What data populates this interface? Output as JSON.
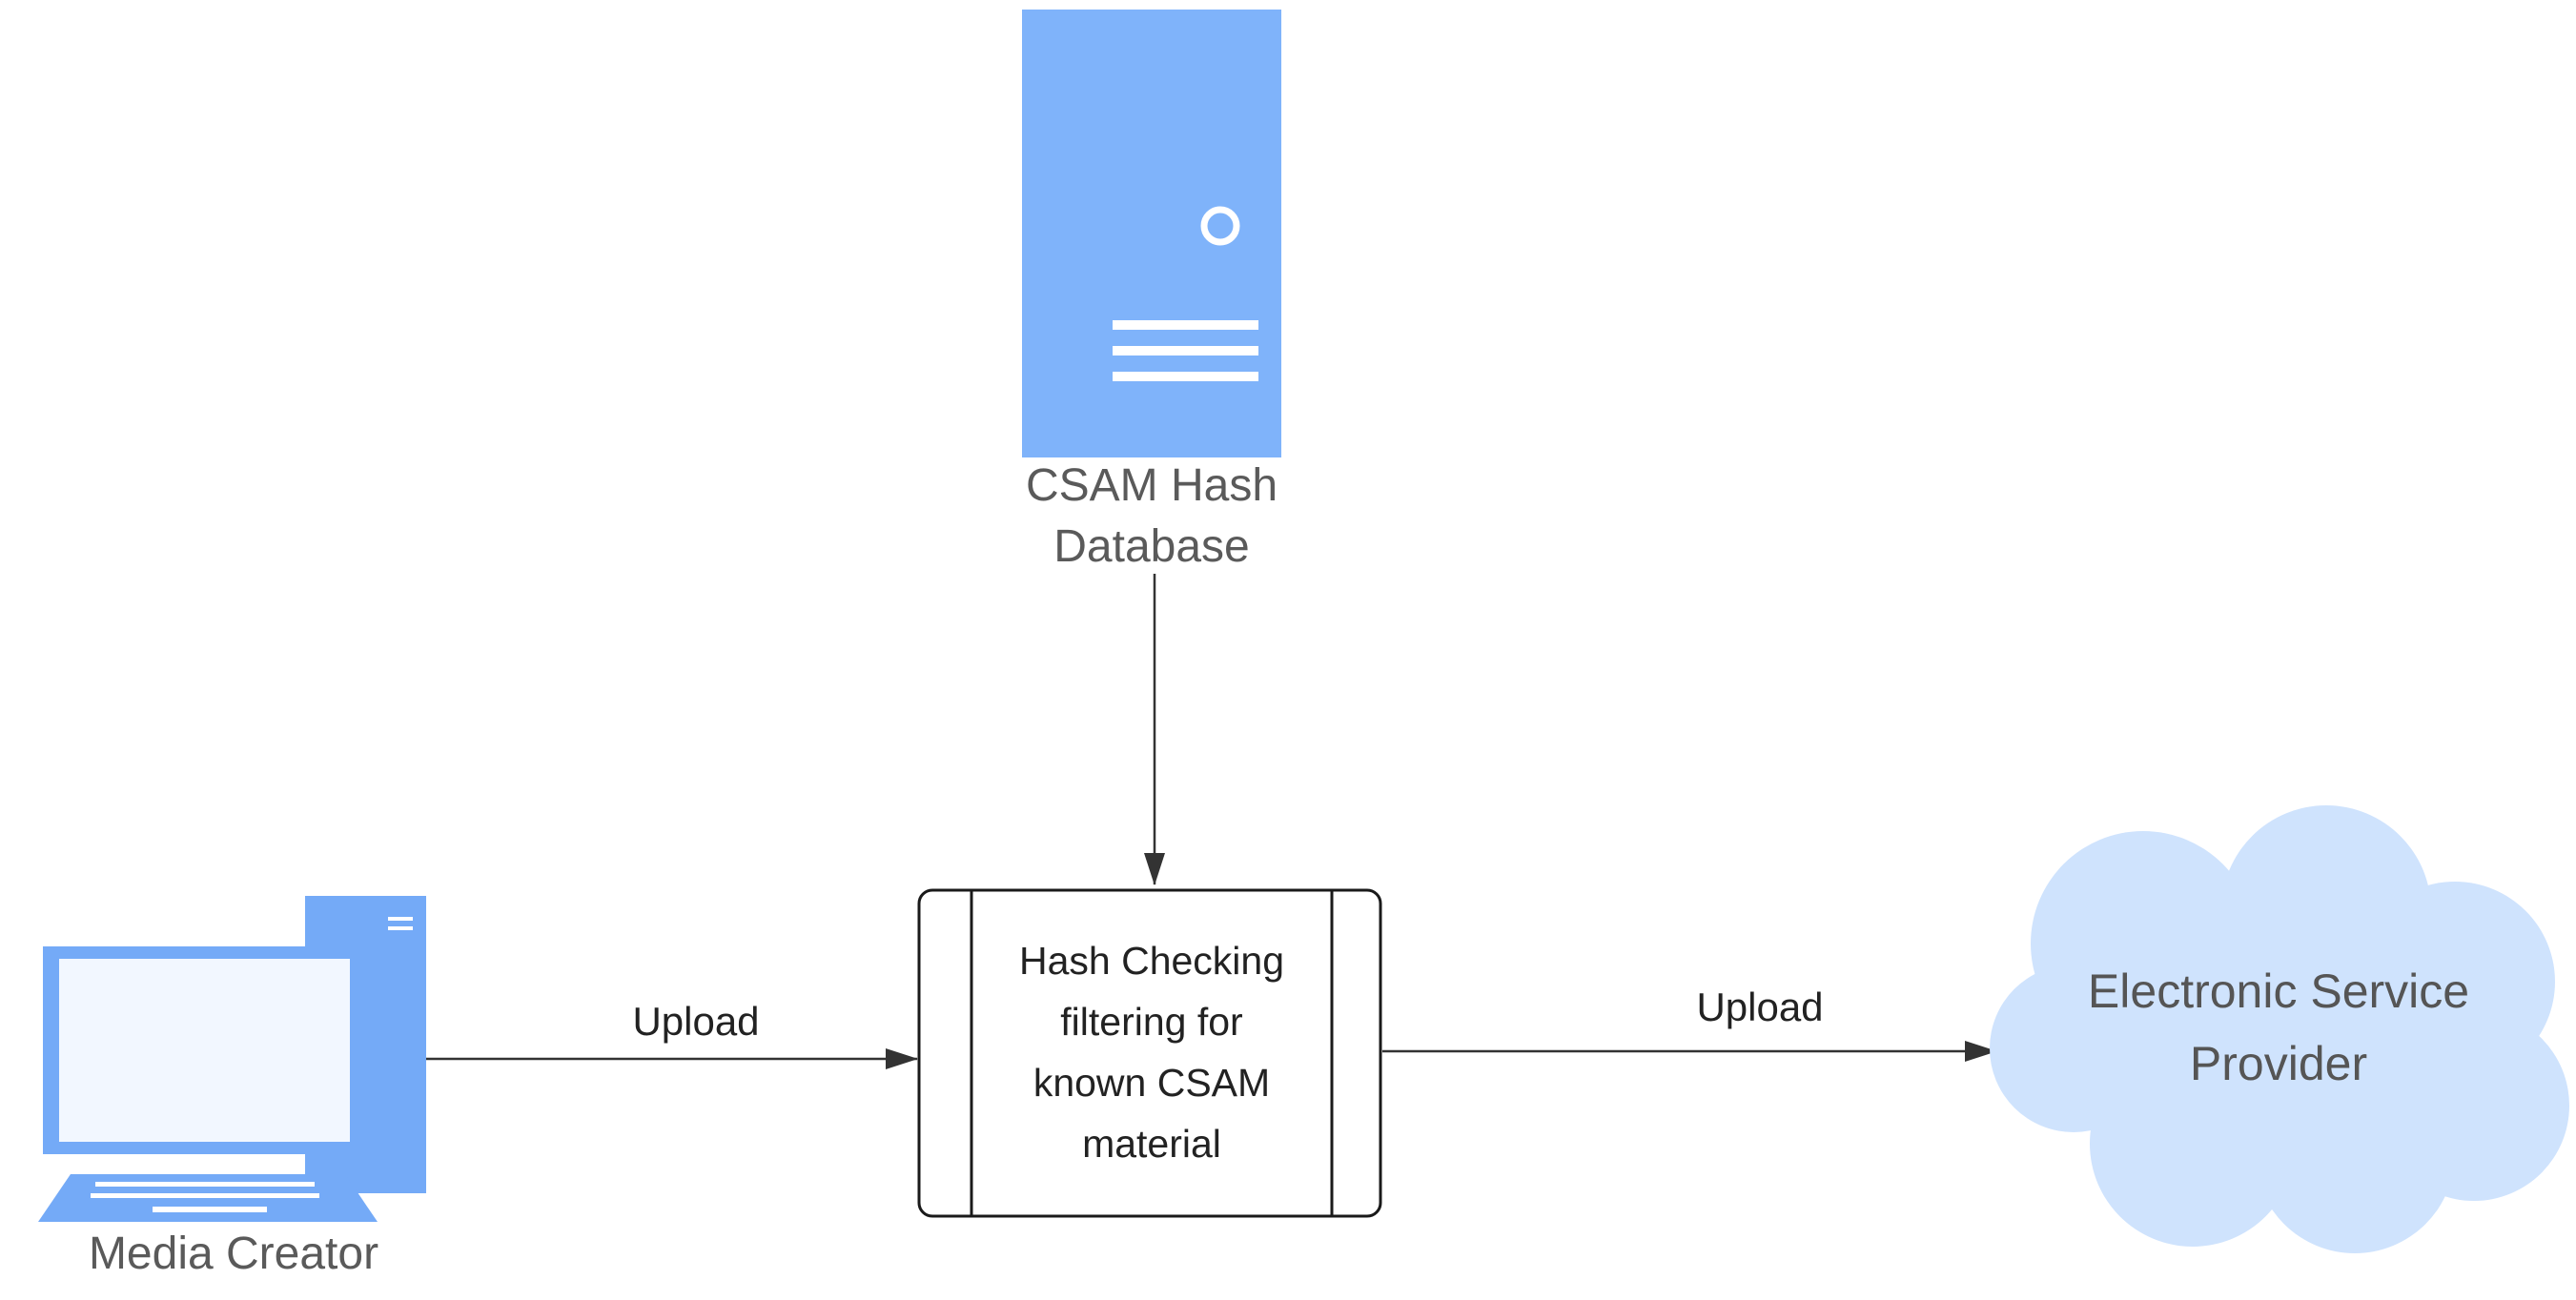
{
  "colors": {
    "server_fill": "#7fb3fa",
    "computer_fill": "#74aaf7",
    "cloud_fill": "#cfe3fd",
    "line": "#333333",
    "box_stroke": "#1a1a1a"
  },
  "nodes": {
    "hash_database": {
      "icon": "server-icon",
      "label_line1": "CSAM Hash",
      "label_line2": "Database"
    },
    "media_creator": {
      "icon": "desktop-computer-icon",
      "label": "Media Creator"
    },
    "hash_checker": {
      "label_line1": "Hash Checking",
      "label_line2": "filtering for",
      "label_line3": "known CSAM",
      "label_line4": "material"
    },
    "service_provider": {
      "icon": "cloud-icon",
      "label_line1": "Electronic Service",
      "label_line2": "Provider"
    }
  },
  "edges": {
    "creator_to_checker": {
      "label": "Upload"
    },
    "checker_to_provider": {
      "label": "Upload"
    },
    "database_to_checker": {
      "label": ""
    }
  }
}
